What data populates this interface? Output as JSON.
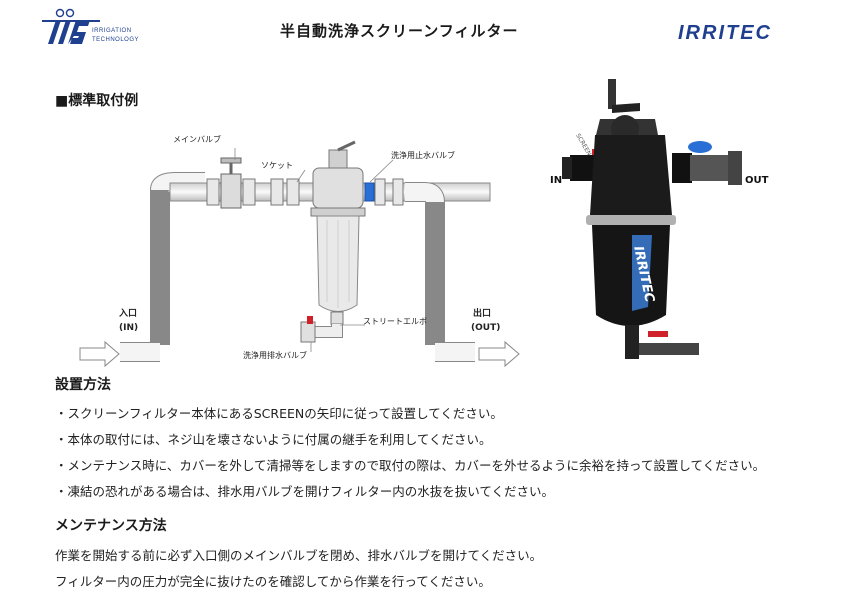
{
  "header": {
    "logo_sub1": "IRRIGATION",
    "logo_sub2": "TECHNOLOGY",
    "title": "半自動洗浄スクリーンフィルター",
    "brand": "IRRITEC"
  },
  "install_example": {
    "heading": "■標準取付例",
    "labels": {
      "main_valve": "メインバルブ",
      "socket": "ソケット",
      "flush_stop_valve": "洗浄用止水バルブ",
      "inlet": "入口",
      "inlet_en": "(IN)",
      "outlet": "出口",
      "outlet_en": "(OUT)",
      "straight_elbow": "ストリートエルボ",
      "drain_valve": "洗浄用排水バルブ"
    }
  },
  "photo": {
    "in_label": "IN",
    "out_label": "OUT",
    "body_text": "IRRITEC",
    "arrow_text": "SCREEN"
  },
  "installation": {
    "heading": "設置方法",
    "items": [
      "・スクリーンフィルター本体にあるSCREENの矢印に従って設置してください。",
      "・本体の取付には、ネジ山を壊さないように付属の継手を利用してください。",
      "・メンテナンス時に、カバーを外して清掃等をしますので取付の際は、カバーを外せるように余裕を持って設置してください。",
      "・凍結の恐れがある場合は、排水用バルブを開けフィルター内の水抜を抜いてください。"
    ]
  },
  "maintenance": {
    "heading": "メンテナンス方法",
    "items": [
      "作業を開始する前に必ず入口側のメインバルブを閉め、排水バルブを開けてください。",
      "フィルター内の圧力が完全に抜けたのを確認してから作業を行ってください。"
    ]
  },
  "colors": {
    "brand_blue": "#1f3f8f",
    "valve_red": "#d0202a",
    "valve_blue": "#2a6fd6"
  }
}
